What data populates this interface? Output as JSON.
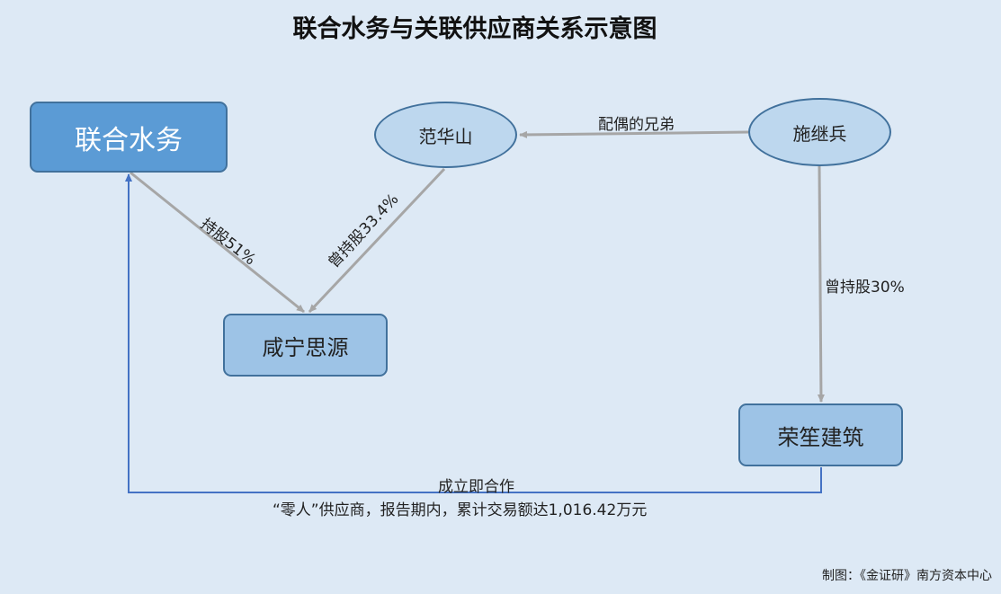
{
  "title": "联合水务与关联供应商关系示意图",
  "nodes": {
    "lianhe": "联合水务",
    "fanhuashan": "范华山",
    "shijibing": "施继兵",
    "xianning": "咸宁思源",
    "rongsheng": "荣笙建筑"
  },
  "edges": {
    "lianhe_xianning": "持股51%",
    "fanhuashan_xianning": "曾持股33.4%",
    "shijibing_fanhuashan": "配偶的兄弟",
    "shijibing_rongsheng": "曾持股30%",
    "rongsheng_lianhe_line1": "成立即合作",
    "rongsheng_lianhe_line2": "“零人”供应商，报告期内，累计交易额达1,016.42万元"
  },
  "credit": "制图：《金证研》南方资本中心",
  "colors": {
    "background": "#dde9f5",
    "dark_node": "#5b9bd5",
    "light_node": "#9dc3e6",
    "ellipse_node": "#bdd7ee",
    "border": "#41719c",
    "gray_arrow": "#a6a6a6",
    "blue_line": "#4472c4"
  }
}
